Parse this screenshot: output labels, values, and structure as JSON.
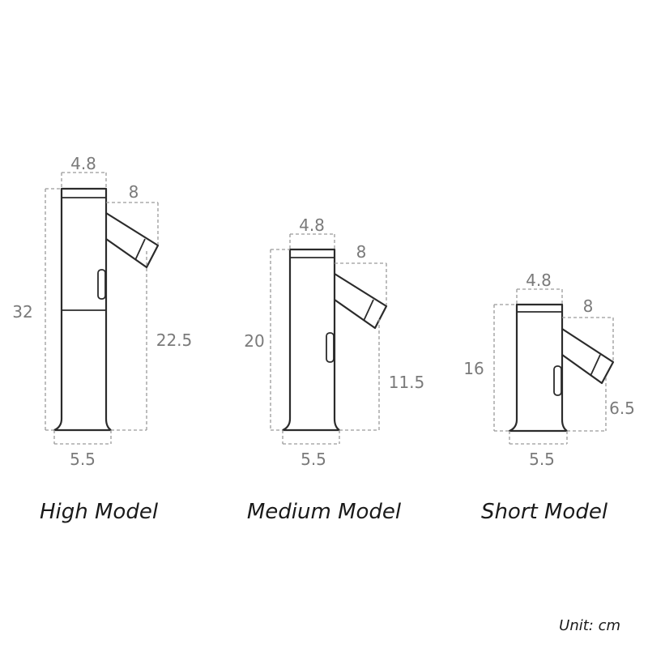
{
  "models": [
    {
      "caption": "High Model",
      "top_width": "4.8",
      "spout_width": "8",
      "total_height": "32",
      "spout_height": "22.5",
      "base_width": "5.5"
    },
    {
      "caption": "Medium Model",
      "top_width": "4.8",
      "spout_width": "8",
      "total_height": "20",
      "spout_height": "11.5",
      "base_width": "5.5"
    },
    {
      "caption": "Short Model",
      "top_width": "4.8",
      "spout_width": "8",
      "total_height": "16",
      "spout_height": "6.5",
      "base_width": "5.5"
    }
  ],
  "unit_label": "Unit: cm"
}
